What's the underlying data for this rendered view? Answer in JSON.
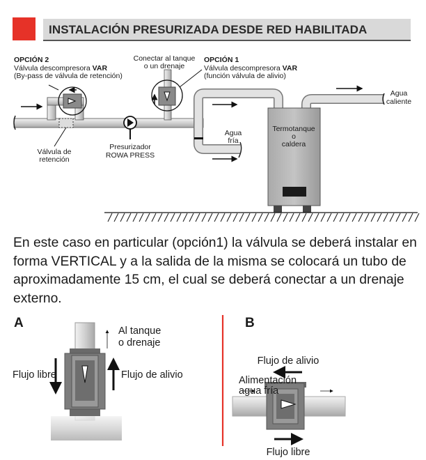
{
  "header": {
    "title": "INSTALACIÓN PRESURIZADA DESDE RED HABILITADA"
  },
  "diagram": {
    "option2": {
      "title": "OPCIÓN 2",
      "line1_a": "Válvula descompresora ",
      "line1_b": "VAR",
      "line2": "(By-pass de válvula de retención)"
    },
    "connect_label": {
      "line1": "Conectar al tanque",
      "line2": "o un drenaje"
    },
    "option1": {
      "title": "OPCIÓN 1",
      "line1_a": "Válvula descompresora ",
      "line1_b": "VAR",
      "line2": "(función válvula de alivio)"
    },
    "check_valve": {
      "line1": "Válvula de",
      "line2": "retención"
    },
    "pump": {
      "line1": "Presurizador",
      "line2": "ROWA PRESS"
    },
    "cold_water": {
      "line1": "Agua",
      "line2": "fría"
    },
    "tank": {
      "line1": "Termotanque",
      "line2": "o",
      "line3": "caldera"
    },
    "hot_water": {
      "line1": "Agua",
      "line2": "caliente"
    }
  },
  "paragraph": "En este caso en particular (opción1) la válvula se deberá instalar en forma VERTICAL y a la salida de la misma se colocará un tubo de aproximadamente 15 cm, el cual se deberá conectar a un drenaje externo.",
  "figure_a": {
    "label": "A",
    "to_tank": {
      "line1": "Al tanque",
      "line2": "o drenaje"
    },
    "free_flow": "Flujo libre",
    "relief_flow": "Flujo de alivio"
  },
  "figure_b": {
    "label": "B",
    "relief_flow": "Flujo de alivio",
    "feed": {
      "line1": "Alimentación",
      "line2": "agua fría"
    },
    "free_flow": "Flujo libre"
  },
  "colors": {
    "accent": "#e63228",
    "header_bg": "#d9d9d9"
  }
}
